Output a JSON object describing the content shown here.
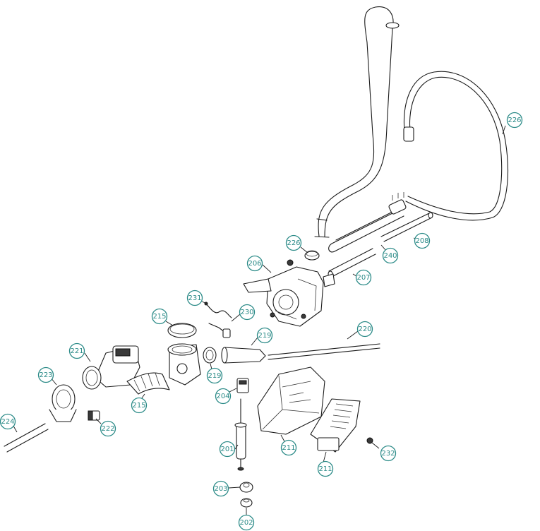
{
  "style": {
    "callout_color": "#2a8a87",
    "line_color": "#1a1a1a"
  },
  "callouts": [
    {
      "id": "c226a",
      "label": "226"
    },
    {
      "id": "c226b",
      "label": "226"
    },
    {
      "id": "c208",
      "label": "208"
    },
    {
      "id": "c240",
      "label": "240"
    },
    {
      "id": "c207",
      "label": "207"
    },
    {
      "id": "c206",
      "label": "206"
    },
    {
      "id": "c231",
      "label": "231"
    },
    {
      "id": "c230",
      "label": "230"
    },
    {
      "id": "c215a",
      "label": "215"
    },
    {
      "id": "c215b",
      "label": "215"
    },
    {
      "id": "c221",
      "label": "221"
    },
    {
      "id": "c223",
      "label": "223"
    },
    {
      "id": "c219a",
      "label": "219"
    },
    {
      "id": "c219b",
      "label": "219"
    },
    {
      "id": "c220",
      "label": "220"
    },
    {
      "id": "c204",
      "label": "204"
    },
    {
      "id": "c224",
      "label": "224"
    },
    {
      "id": "c222",
      "label": "222"
    },
    {
      "id": "c201",
      "label": "201"
    },
    {
      "id": "c211a",
      "label": "211"
    },
    {
      "id": "c211b",
      "label": "211"
    },
    {
      "id": "c232",
      "label": "232"
    },
    {
      "id": "c203",
      "label": "203"
    },
    {
      "id": "c202",
      "label": "202"
    }
  ]
}
